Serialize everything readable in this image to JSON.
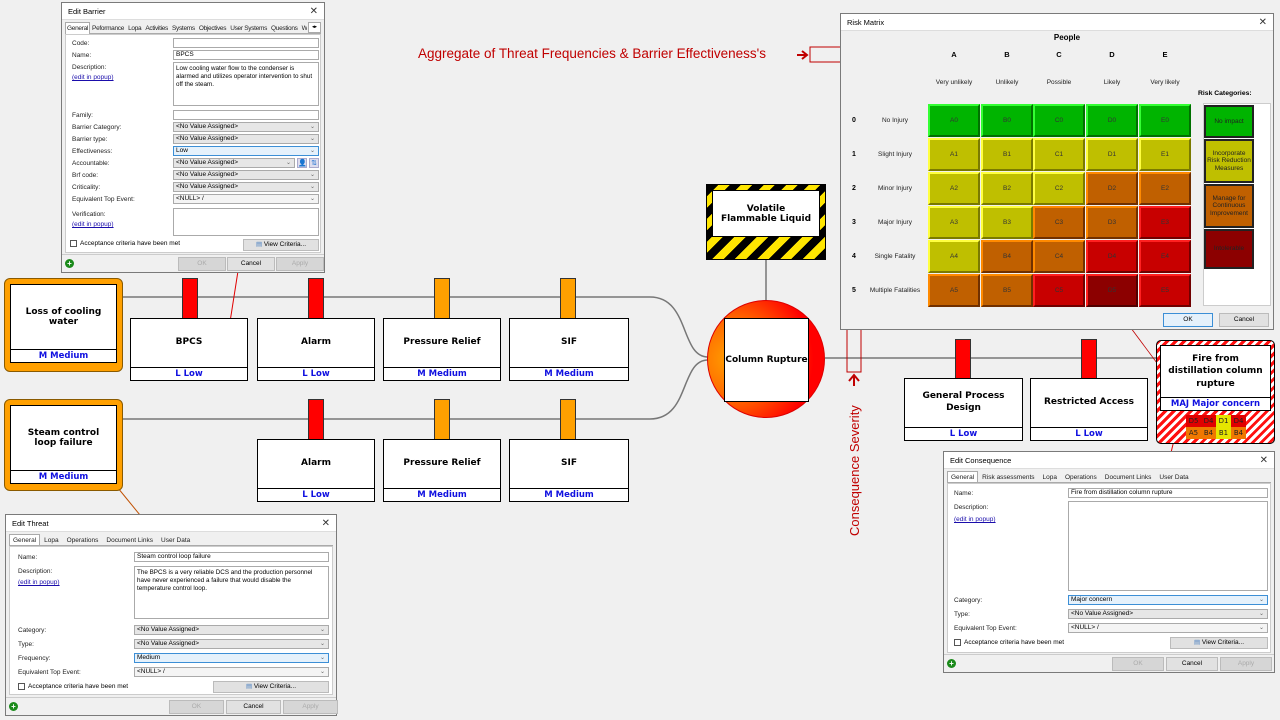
{
  "annotations": {
    "aggregate": "Aggregate of Threat Frequencies & Barrier Effectiveness's",
    "severity": "Consequence Severity"
  },
  "colors": {
    "threat": "#ffa000",
    "barrier_red": "#ff0000",
    "barrier_orange": "#ffa000",
    "rating_text": "#1010e0",
    "annotation": "#c00000"
  },
  "threats": [
    {
      "name": "Loss of cooling water",
      "rating": "M Medium"
    },
    {
      "name": "Steam control loop failure",
      "rating": "M Medium"
    }
  ],
  "barriers_row1": [
    {
      "name": "BPCS",
      "rating": "L Low",
      "post": "red"
    },
    {
      "name": "Alarm",
      "rating": "L Low",
      "post": "red"
    },
    {
      "name": "Pressure Relief",
      "rating": "M Medium",
      "post": "orange"
    },
    {
      "name": "SIF",
      "rating": "M Medium",
      "post": "orange"
    }
  ],
  "barriers_row2": [
    {
      "name": "Alarm",
      "rating": "L Low",
      "post": "red"
    },
    {
      "name": "Pressure Relief",
      "rating": "M Medium",
      "post": "orange"
    },
    {
      "name": "SIF",
      "rating": "M Medium",
      "post": "orange"
    }
  ],
  "hazard": {
    "name": "Volatile Flammable Liquid"
  },
  "top_event": {
    "name": "Column Rupture"
  },
  "consequence_barriers": [
    {
      "name": "General Process Design",
      "rating": "L Low"
    },
    {
      "name": "Restricted Access",
      "rating": "L Low"
    }
  ],
  "consequence": {
    "name": "Fire from distillation column rupture",
    "rating": "MAJ Major concern",
    "mini_matrix": [
      [
        "D5",
        "D4",
        "D1",
        "D4"
      ],
      [
        "A5",
        "B4",
        "B1",
        "B4"
      ]
    ]
  },
  "edit_barrier": {
    "title": "Edit Barrier",
    "tabs": [
      "General",
      "Peformance",
      "Lopa",
      "Activities",
      "Systems",
      "Objectives",
      "User Systems",
      "Questions",
      "W"
    ],
    "code_label": "Code:",
    "code": "",
    "name_label": "Name:",
    "name": "BPCS",
    "description_label": "Description:",
    "description": "Low cooling water flow to the condenser is alarmed and utilizes operator intervention to shut off the steam.",
    "edit_popup": "(edit in popup)",
    "family_label": "Family:",
    "family": "",
    "barrier_category_label": "Barrier Category:",
    "barrier_category": "<No Value Assigned>",
    "barrier_type_label": "Barrier type:",
    "barrier_type": "<No Value Assigned>",
    "effectiveness_label": "Effectiveness:",
    "effectiveness": "Low",
    "accountable_label": "Accountable:",
    "accountable": "<No Value Assigned>",
    "brf_label": "Brf code:",
    "brf": "<No Value Assigned>",
    "criticality_label": "Criticality:",
    "criticality": "<No Value Assigned>",
    "equiv_label": "Equivalent Top Event:",
    "equiv": "<NULL>  /",
    "verification_label": "Verification:",
    "verification_popup": "(edit in popup)",
    "acceptance": "Acceptance criteria have been met",
    "view_criteria": "View Criteria...",
    "ok": "OK",
    "cancel": "Cancel",
    "apply": "Apply"
  },
  "edit_threat": {
    "title": "Edit Threat",
    "tabs": [
      "General",
      "Lopa",
      "Operations",
      "Document Links",
      "User Data"
    ],
    "name_label": "Name:",
    "name": "Steam control loop failure",
    "description_label": "Description:",
    "description": "The BPCS is a very reliable DCS and the production personnel have never experienced a failure that would disable the temperature control loop.",
    "edit_popup": "(edit in popup)",
    "category_label": "Category:",
    "category": "<No Value Assigned>",
    "type_label": "Type:",
    "type": "<No Value Assigned>",
    "frequency_label": "Frequency:",
    "frequency": "Medium",
    "equiv_label": "Equivalent Top Event:",
    "equiv": "<NULL>  /",
    "acceptance": "Acceptance criteria have been met",
    "view_criteria": "View Criteria...",
    "ok": "OK",
    "cancel": "Cancel",
    "apply": "Apply"
  },
  "edit_consequence": {
    "title": "Edit Consequence",
    "tabs": [
      "General",
      "Risk assessments",
      "Lopa",
      "Operations",
      "Document Links",
      "User Data"
    ],
    "name_label": "Name:",
    "name": "Fire from distillation column rupture",
    "description_label": "Description:",
    "description": "",
    "edit_popup": "(edit in popup)",
    "category_label": "Category:",
    "category": "Major concern",
    "type_label": "Type:",
    "type": "<No Value Assigned>",
    "equiv_label": "Equivalent Top Event:",
    "equiv": "<NULL>  /",
    "acceptance": "Acceptance criteria have been met",
    "view_criteria": "View Criteria...",
    "ok": "OK",
    "cancel": "Cancel",
    "apply": "Apply"
  },
  "risk_matrix": {
    "title": "Risk Matrix",
    "header": "People",
    "columns": [
      "A",
      "B",
      "C",
      "D",
      "E"
    ],
    "column_labels": [
      "Very unlikely",
      "Unlikely",
      "Possible",
      "Likely",
      "Very likely"
    ],
    "rows": [
      {
        "num": "0",
        "label": "No Injury",
        "cells": [
          "A0",
          "B0",
          "C0",
          "D0",
          "E0"
        ],
        "levels": [
          "g",
          "g",
          "g",
          "g",
          "g"
        ]
      },
      {
        "num": "1",
        "label": "Slight Injury",
        "cells": [
          "A1",
          "B1",
          "C1",
          "D1",
          "E1"
        ],
        "levels": [
          "y",
          "y",
          "y",
          "y",
          "y"
        ]
      },
      {
        "num": "2",
        "label": "Minor Injury",
        "cells": [
          "A2",
          "B2",
          "C2",
          "D2",
          "E2"
        ],
        "levels": [
          "y",
          "y",
          "y",
          "o",
          "o"
        ]
      },
      {
        "num": "3",
        "label": "Major Injury",
        "cells": [
          "A3",
          "B3",
          "C3",
          "D3",
          "E3"
        ],
        "levels": [
          "y",
          "y",
          "o",
          "o",
          "r"
        ]
      },
      {
        "num": "4",
        "label": "Single Fatality",
        "cells": [
          "A4",
          "B4",
          "C4",
          "D4",
          "E4"
        ],
        "levels": [
          "y",
          "o",
          "o",
          "r",
          "r"
        ]
      },
      {
        "num": "5",
        "label": "Multiple Fatalities",
        "cells": [
          "A5",
          "B5",
          "C5",
          "D5",
          "E5"
        ],
        "levels": [
          "o",
          "o",
          "r",
          "dr",
          "r"
        ]
      }
    ],
    "categories_title": "Risk Categories:",
    "categories": [
      {
        "label": "No impact",
        "level": "g"
      },
      {
        "label": "Incorporate Risk Reduction Measures",
        "level": "y"
      },
      {
        "label": "Manage for Continuous Improvement",
        "level": "o"
      },
      {
        "label": "Intolerable",
        "level": "dr"
      }
    ],
    "ok": "OK",
    "cancel": "Cancel"
  }
}
